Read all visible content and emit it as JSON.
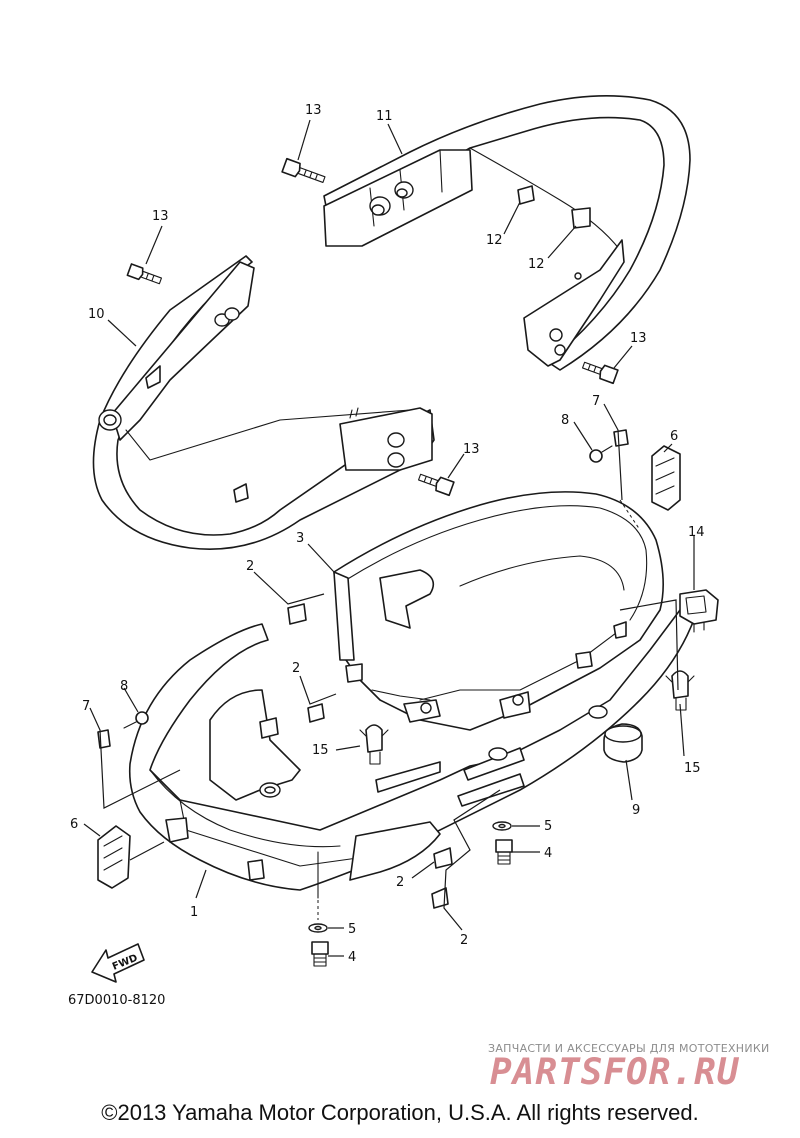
{
  "diagram": {
    "callouts": {
      "c1": "1",
      "c2a": "2",
      "c2b": "2",
      "c2c": "2",
      "c2d": "2",
      "c3": "3",
      "c4a": "4",
      "c4b": "4",
      "c5a": "5",
      "c5b": "5",
      "c6a": "6",
      "c6b": "6",
      "c7a": "7",
      "c7b": "7",
      "c8a": "8",
      "c8b": "8",
      "c9": "9",
      "c10": "10",
      "c11": "11",
      "c12a": "12",
      "c12b": "12",
      "c13a": "13",
      "c13b": "13",
      "c13c": "13",
      "c13d": "13",
      "c14": "14",
      "c15a": "15",
      "c15b": "15"
    },
    "fwd_label": "FWD",
    "diagram_code": "67D0010-8120"
  },
  "footer": {
    "copyright": "©2013 Yamaha Motor Corporation, U.S.A. All rights reserved."
  },
  "watermark": {
    "subtitle": "ЗАПЧАСТИ И АКСЕССУАРЫ ДЛЯ МОТОТЕХНИКИ",
    "logo": "PARTSFOR.RU",
    "color": "#d88e93"
  }
}
